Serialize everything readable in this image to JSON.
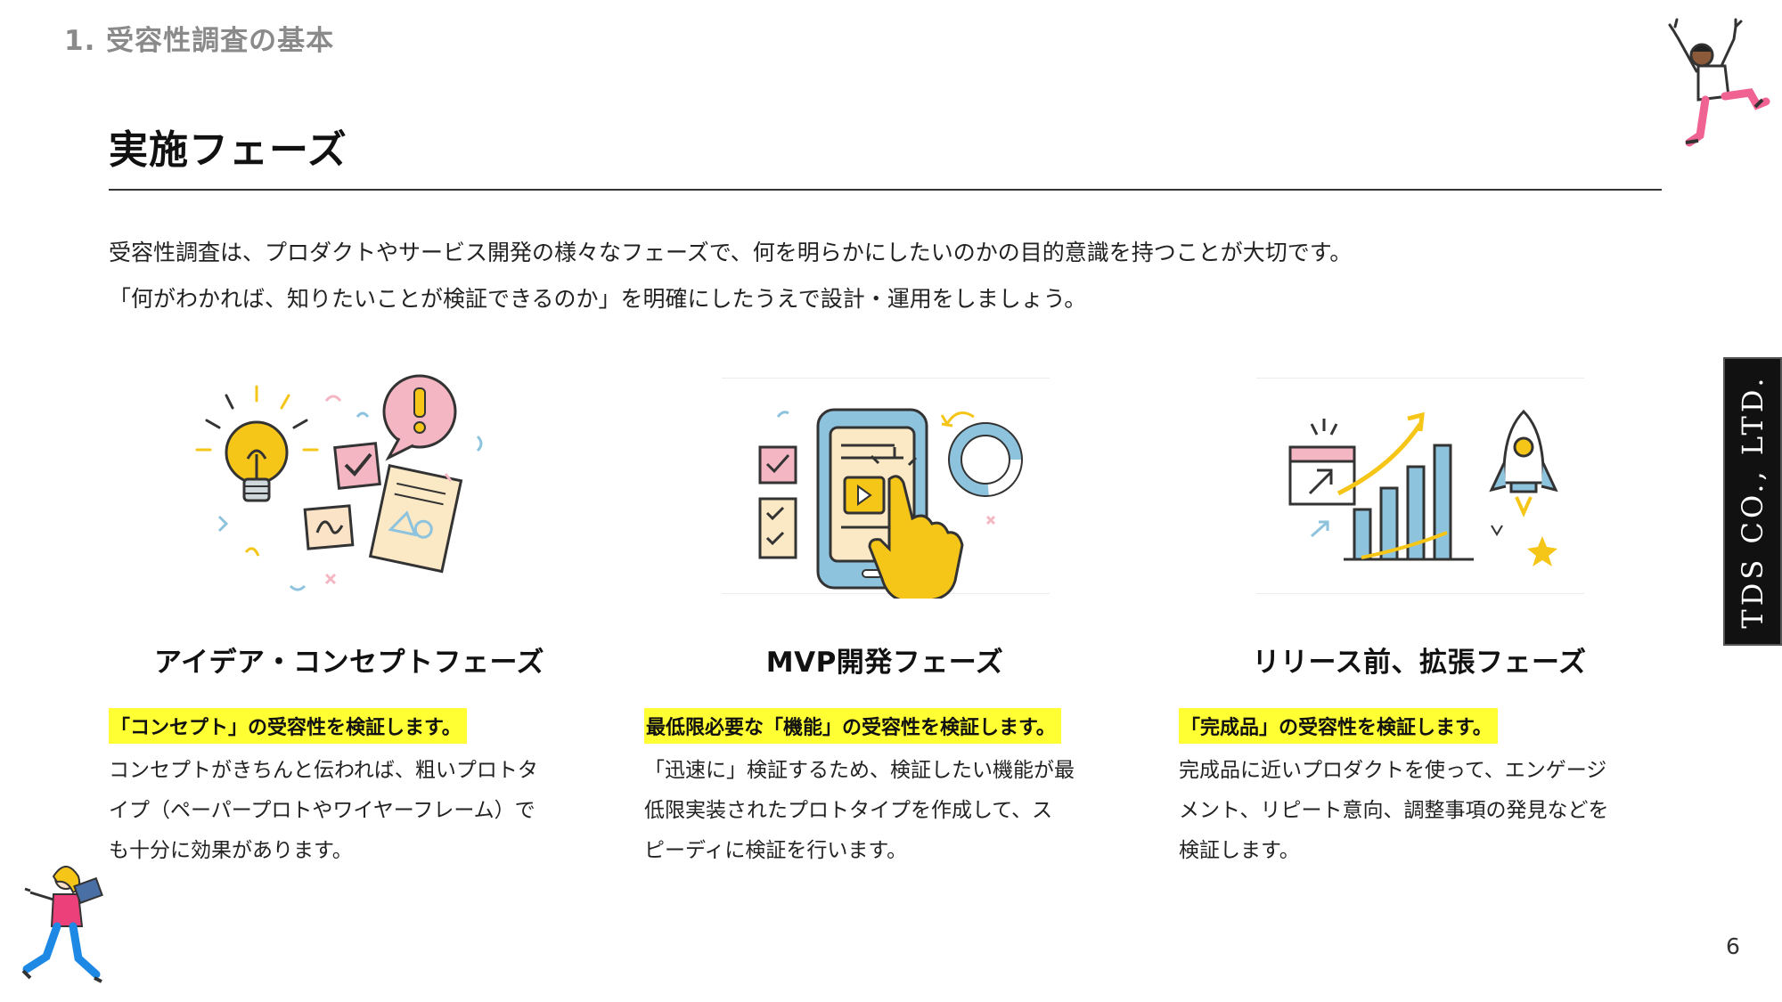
{
  "header": {
    "section_label": "1. 受容性調査の基本",
    "title": "実施フェーズ"
  },
  "intro": {
    "line1": "受容性調査は、プロダクトやサービス開発の様々なフェーズで、何を明らかにしたいのかの目的意識を持つことが大切です。",
    "line2": "「何がわかれば、知りたいことが検証できるのか」を明確にしたうえで設計・運用をしましょう。"
  },
  "cards": [
    {
      "title": "アイデア・コンセプトフェーズ",
      "highlight": "「コンセプト」の受容性を検証します。",
      "body": [
        "コンセプトがきちんと伝われば、粗いプロトタ",
        "イプ（ペーパープロトやワイヤーフレーム）で",
        "も十分に効果があります。"
      ],
      "icon": "lightbulb-idea-illustration"
    },
    {
      "title": "MVP開発フェーズ",
      "highlight": "最低限必要な「機能」の受容性を検証します。",
      "body": [
        "「迅速に」検証するため、検証したい機能が最",
        "低限実装されたプロトタイプを作成して、ス",
        "ピーディに検証を行います。"
      ],
      "icon": "smartphone-tap-illustration"
    },
    {
      "title": "リリース前、拡張フェーズ",
      "highlight": "「完成品」の受容性を検証します。",
      "body": [
        "完成品に近いプロダクトを使って、エンゲージ",
        "メント、リピート意向、調整事項の発見などを",
        "検証します。"
      ],
      "icon": "growth-chart-rocket-illustration"
    }
  ],
  "company": "TDS CO., LTD.",
  "page_number": "6",
  "colors": {
    "highlight": "#ffff33",
    "accent_yellow": "#f5c518",
    "accent_blue": "#8ec3de",
    "accent_pink": "#f4b6c2"
  }
}
